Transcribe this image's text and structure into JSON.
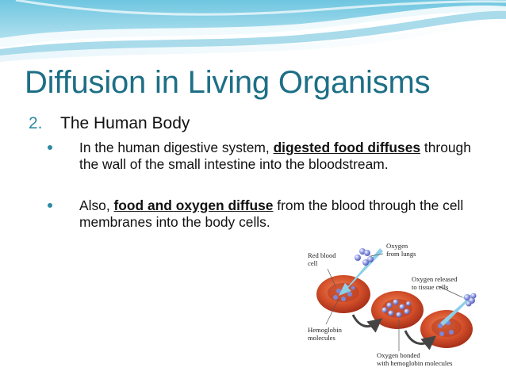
{
  "slide": {
    "title": "Diffusion in Living Organisms",
    "section": {
      "number": "2.",
      "heading": "The Human Body"
    },
    "bullets": [
      {
        "lead": "In the human digestive system, ",
        "emphasis": "digested food diffuses",
        "tail": " through the wall of the small intestine into the bloodstream."
      },
      {
        "lead": "Also, ",
        "emphasis": "food and oxygen diffuse",
        "tail": " from the blood through the cell membranes into the body cells."
      }
    ]
  },
  "figure": {
    "labels": {
      "red_blood_cell": [
        "Red blood",
        "cell"
      ],
      "oxygen_from_lungs": [
        "Oxygen",
        "from lungs"
      ],
      "oxygen_released": [
        "Oxygen released",
        "to tissue cells"
      ],
      "hemoglobin": [
        "Hemoglobin",
        "molecules"
      ],
      "oxygen_bonded": [
        "Oxygen bonded",
        "with hemoglobin molecules"
      ]
    }
  },
  "colors": {
    "title": "#1d6f86",
    "accent": "#2e8aa3",
    "cell_red": "#c9411f",
    "oxygen_blue": "#6a74c9"
  }
}
